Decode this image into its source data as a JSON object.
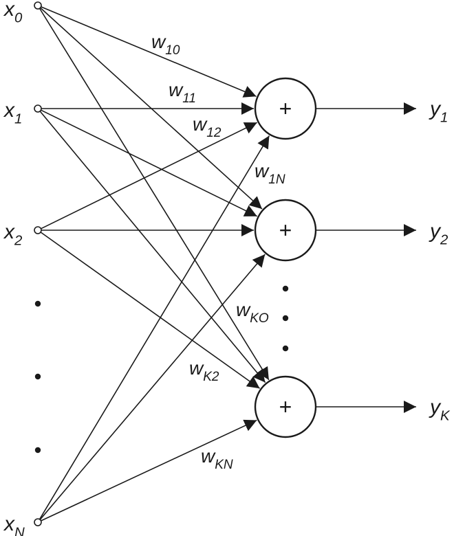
{
  "inputs": [
    {
      "id": "x0",
      "base": "x",
      "sub": "0"
    },
    {
      "id": "x1",
      "base": "x",
      "sub": "1"
    },
    {
      "id": "x2",
      "base": "x",
      "sub": "2"
    },
    {
      "id": "xN",
      "base": "x",
      "sub": "N"
    }
  ],
  "summers": [
    {
      "id": "s1",
      "symbol": "+"
    },
    {
      "id": "s2",
      "symbol": "+"
    },
    {
      "id": "sK",
      "symbol": "+"
    }
  ],
  "outputs": [
    {
      "id": "y1",
      "base": "y",
      "sub": "1"
    },
    {
      "id": "y2",
      "base": "y",
      "sub": "2"
    },
    {
      "id": "yK",
      "base": "y",
      "sub": "K"
    }
  ],
  "weights": [
    {
      "id": "w10",
      "base": "w",
      "sub": "10"
    },
    {
      "id": "w11",
      "base": "w",
      "sub": "11"
    },
    {
      "id": "w12",
      "base": "w",
      "sub": "12"
    },
    {
      "id": "w1N",
      "base": "w",
      "sub": "1N"
    },
    {
      "id": "wK0",
      "base": "w",
      "sub": "KO"
    },
    {
      "id": "wK2",
      "base": "w",
      "sub": "K2"
    },
    {
      "id": "wKN",
      "base": "w",
      "sub": "KN"
    }
  ]
}
